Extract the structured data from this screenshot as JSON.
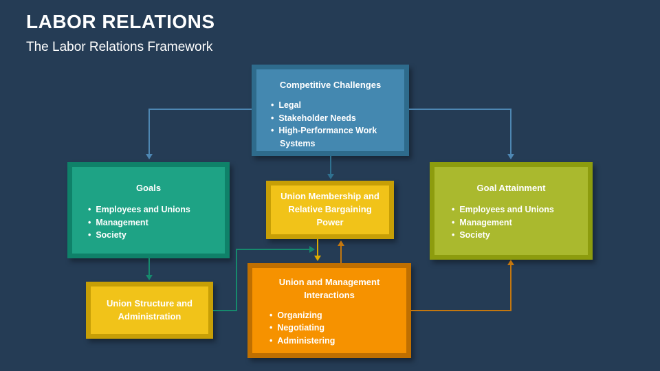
{
  "slide": {
    "title": "LABOR RELATIONS",
    "subtitle": "The Labor Relations Framework"
  },
  "colors": {
    "background": "#253C55",
    "text": "#FFFFFF",
    "blue_fill": "#4488B0",
    "blue_border": "#2E6B8C",
    "teal_fill": "#1EA385",
    "teal_border": "#0F8169",
    "olive_fill": "#AAB92E",
    "olive_border": "#8D9C0E",
    "yellow_fill": "#F1C319",
    "yellow_border": "#C79F06",
    "orange_fill": "#F69200",
    "orange_border": "#BF6F00",
    "connector_blue": "#4E87B3",
    "connector_dark_blue": "#2F7190",
    "connector_teal": "#168A6D",
    "connector_yellow": "#DDAA00",
    "connector_orange": "#C4770E"
  },
  "diagram": {
    "boxes": [
      {
        "id": "competitive-challenges",
        "title": "Competitive Challenges",
        "bullets": [
          "Legal",
          "Stakeholder Needs",
          "High-Performance Work Systems"
        ]
      },
      {
        "id": "goals",
        "title": "Goals",
        "bullets": [
          "Employees and Unions",
          "Management",
          "Society"
        ]
      },
      {
        "id": "union-membership",
        "title": "Union Membership and Relative Bargaining Power",
        "bullets": []
      },
      {
        "id": "goal-attainment",
        "title": "Goal Attainment",
        "bullets": [
          "Employees and Unions",
          "Management",
          "Society"
        ]
      },
      {
        "id": "union-structure",
        "title": "Union Structure and Administration",
        "bullets": []
      },
      {
        "id": "union-management-interactions",
        "title": "Union and Management Interactions",
        "bullets": [
          "Organizing",
          "Negotiating",
          "Administering"
        ]
      }
    ]
  }
}
